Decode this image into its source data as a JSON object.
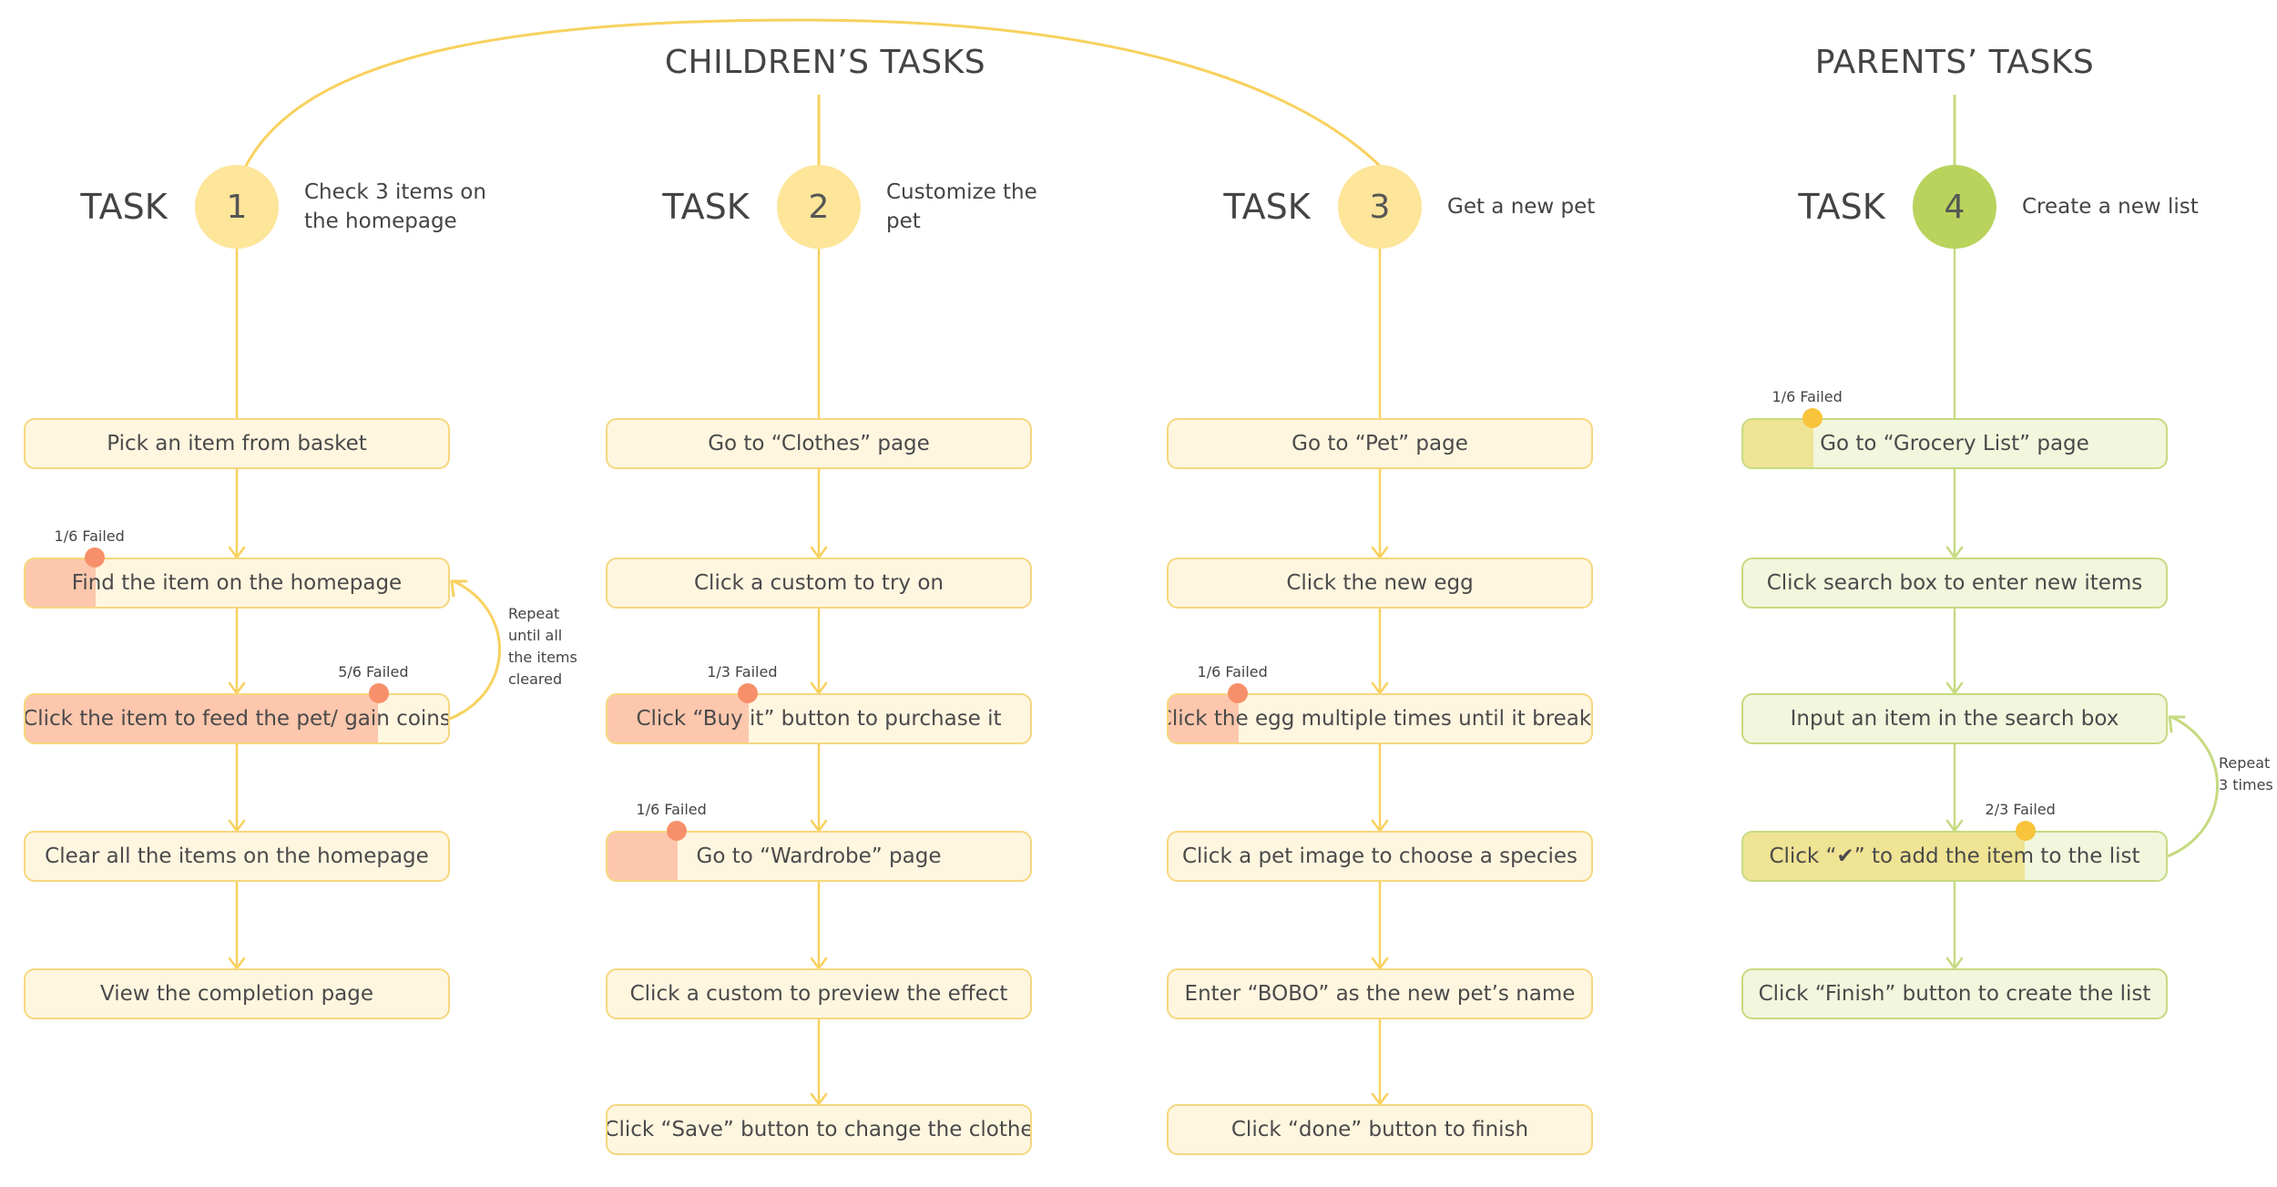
{
  "titles": {
    "children": "CHILDREN’S TASKS",
    "parents": "PARENTS’ TASKS"
  },
  "task_word": "TASK",
  "colors": {
    "child_line": "#f8d15e",
    "child_box_border": "#f6d77e",
    "child_box_fill": "#fff6e0",
    "child_failed_fill": "#fcc7ad",
    "child_failed_dot": "#f7906a",
    "child_circle": "#fde59a",
    "parent_line": "#c6da80",
    "parent_box_border": "#c6da80",
    "parent_box_fill": "#f1f6dd",
    "parent_failed_fill": "#efe394",
    "parent_failed_dot": "#f7c43b",
    "parent_circle": "#b9d35c"
  },
  "tasks": [
    {
      "number": "1",
      "group": "child",
      "description": "Check 3 items on the homepage",
      "steps": [
        {
          "label": "Pick an item from basket"
        },
        {
          "label": "Find the item on the homepage",
          "failed": "1/6 Failed",
          "failed_fraction": 0.167
        },
        {
          "label": "Click the item to feed the pet/ gain coins",
          "failed": "5/6 Failed",
          "failed_fraction": 0.833
        },
        {
          "label": "Clear all the items on the homepage"
        },
        {
          "label": "View the completion page"
        }
      ],
      "repeat_note": "Repeat\nuntil all\nthe items\ncleared"
    },
    {
      "number": "2",
      "group": "child",
      "description": "Customize the pet",
      "steps": [
        {
          "label": "Go to “Clothes” page"
        },
        {
          "label": "Click a custom to try on"
        },
        {
          "label": "Click “Buy it” button to purchase it",
          "failed": "1/3 Failed",
          "failed_fraction": 0.333
        },
        {
          "label": "Go to “Wardrobe” page",
          "failed": "1/6 Failed",
          "failed_fraction": 0.167
        },
        {
          "label": "Click a custom to preview the effect"
        },
        {
          "label": "Click “Save” button to change the clothe"
        }
      ]
    },
    {
      "number": "3",
      "group": "child",
      "description": "Get a new pet",
      "steps": [
        {
          "label": "Go to “Pet” page"
        },
        {
          "label": "Click the new egg"
        },
        {
          "label": "Click the egg multiple times until it breaks",
          "failed": "1/6 Failed",
          "failed_fraction": 0.167
        },
        {
          "label": "Click a pet image to choose a species"
        },
        {
          "label": "Enter “BOBO” as the new pet’s name"
        },
        {
          "label": "Click “done” button to finish"
        }
      ]
    },
    {
      "number": "4",
      "group": "parent",
      "description": "Create a new list",
      "steps": [
        {
          "label": "Go to “Grocery List” page",
          "failed": "1/6 Failed",
          "failed_fraction": 0.167
        },
        {
          "label": "Click search box to enter new items"
        },
        {
          "label": "Input an item in the search box"
        },
        {
          "label": "Click “✔” to add the item to the list",
          "failed": "2/3 Failed",
          "failed_fraction": 0.667
        },
        {
          "label": "Click “Finish” button to create the list"
        }
      ],
      "repeat_note": "Repeat\n3 times"
    }
  ]
}
